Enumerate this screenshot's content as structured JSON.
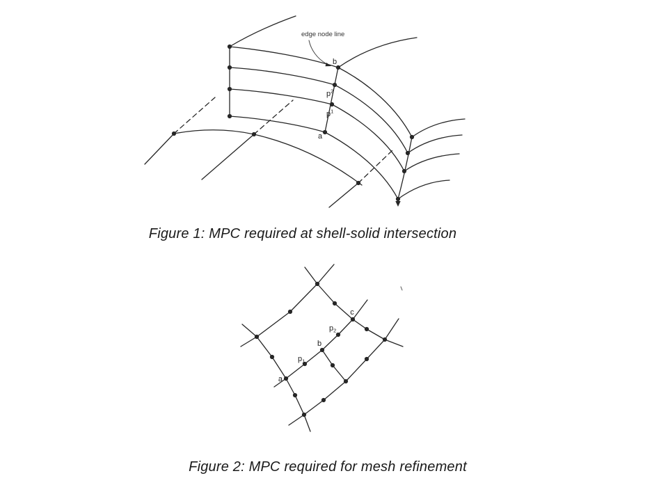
{
  "page": {
    "background": "#ffffff",
    "line_color": "#262626",
    "text_color": "#1a1a1a"
  },
  "figure1": {
    "caption": "Figure 1: MPC required at shell-solid intersection",
    "annotation": "edge node line",
    "labels": {
      "b": "b",
      "a": "a",
      "p_sup2": {
        "base": "p",
        "script": "2"
      },
      "p_sup1": {
        "base": "p",
        "script": "1"
      }
    }
  },
  "figure2": {
    "caption": "Figure 2: MPC required for mesh refinement",
    "labels": {
      "a": "a",
      "b": "b",
      "c": "c",
      "p_sub1": {
        "base": "p",
        "script": "1"
      },
      "p_sub2": {
        "base": "p",
        "script": "2"
      }
    }
  }
}
